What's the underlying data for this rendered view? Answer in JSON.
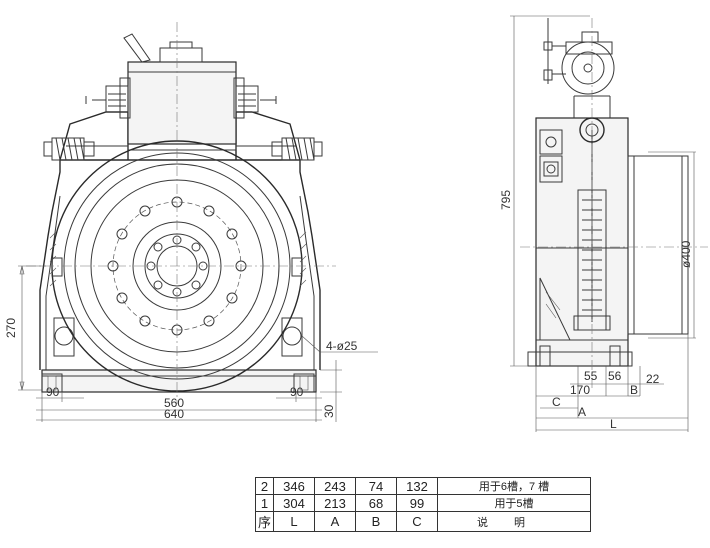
{
  "dimensions_front": {
    "d_270": "270",
    "d_90_left": "90",
    "d_560": "560",
    "d_640": "640",
    "d_90_right": "90",
    "d_30": "30",
    "holes": "4-ø25"
  },
  "dimensions_side": {
    "d_795": "795",
    "d_400": "ø400",
    "d_55": "55",
    "d_56": "56",
    "d_22": "22",
    "d_170": "170",
    "label_B": "B",
    "label_C": "C",
    "label_A": "A",
    "label_L": "L"
  },
  "table": {
    "rows": [
      {
        "no": "2",
        "L": "346",
        "A": "243",
        "B": "74",
        "C": "132",
        "note": "用于6槽，7 槽"
      },
      {
        "no": "1",
        "L": "304",
        "A": "213",
        "B": "68",
        "C": "99",
        "note": "用于5槽"
      }
    ],
    "header": {
      "no": "序",
      "L": "L",
      "A": "A",
      "B": "B",
      "C": "C",
      "note": "说明"
    }
  }
}
